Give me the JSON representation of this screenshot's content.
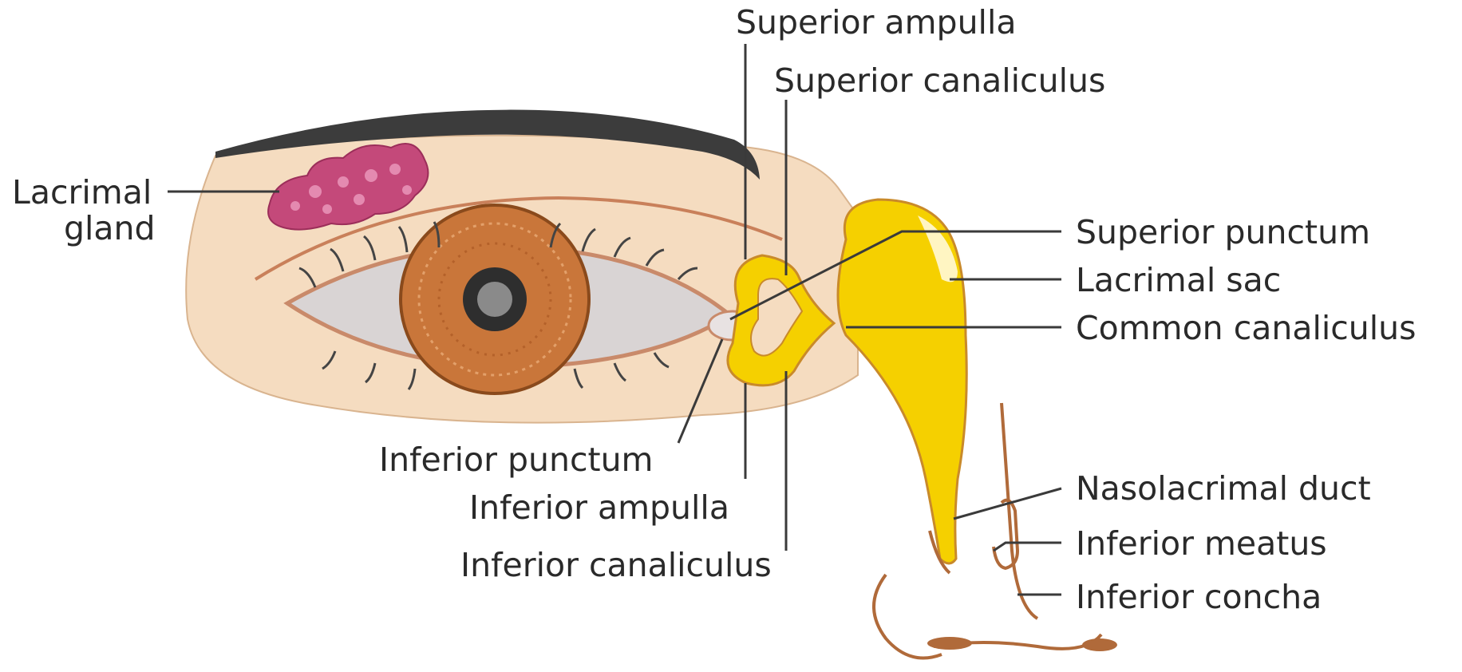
{
  "labels": {
    "lacrimal_gland_line1": "Lacrimal",
    "lacrimal_gland_line2": "gland",
    "superior_ampulla": "Superior ampulla",
    "superior_canaliculus": "Superior canaliculus",
    "superior_punctum": "Superior punctum",
    "lacrimal_sac": "Lacrimal sac",
    "common_canaliculus": "Common canaliculus",
    "inferior_punctum": "Inferior punctum",
    "inferior_ampulla": "Inferior ampulla",
    "inferior_canaliculus": "Inferior canaliculus",
    "nasolacrimal_duct": "Nasolacrimal duct",
    "inferior_meatus": "Inferior meatus",
    "inferior_concha": "Inferior concha"
  },
  "colors": {
    "skin": "#f5dcc0",
    "skin_outline": "#d9b48f",
    "brow": "#3c3c3c",
    "gland": "#c4497a",
    "gland_highlight": "#e48ab0",
    "iris": "#c9763a",
    "iris_dark": "#8a4a1c",
    "sclera": "#d9d4d4",
    "pupil": "#2e2e2e",
    "drainage_system": "#f5d000",
    "drainage_outline": "#c98a2a",
    "nose_outline": "#b06a3a"
  }
}
